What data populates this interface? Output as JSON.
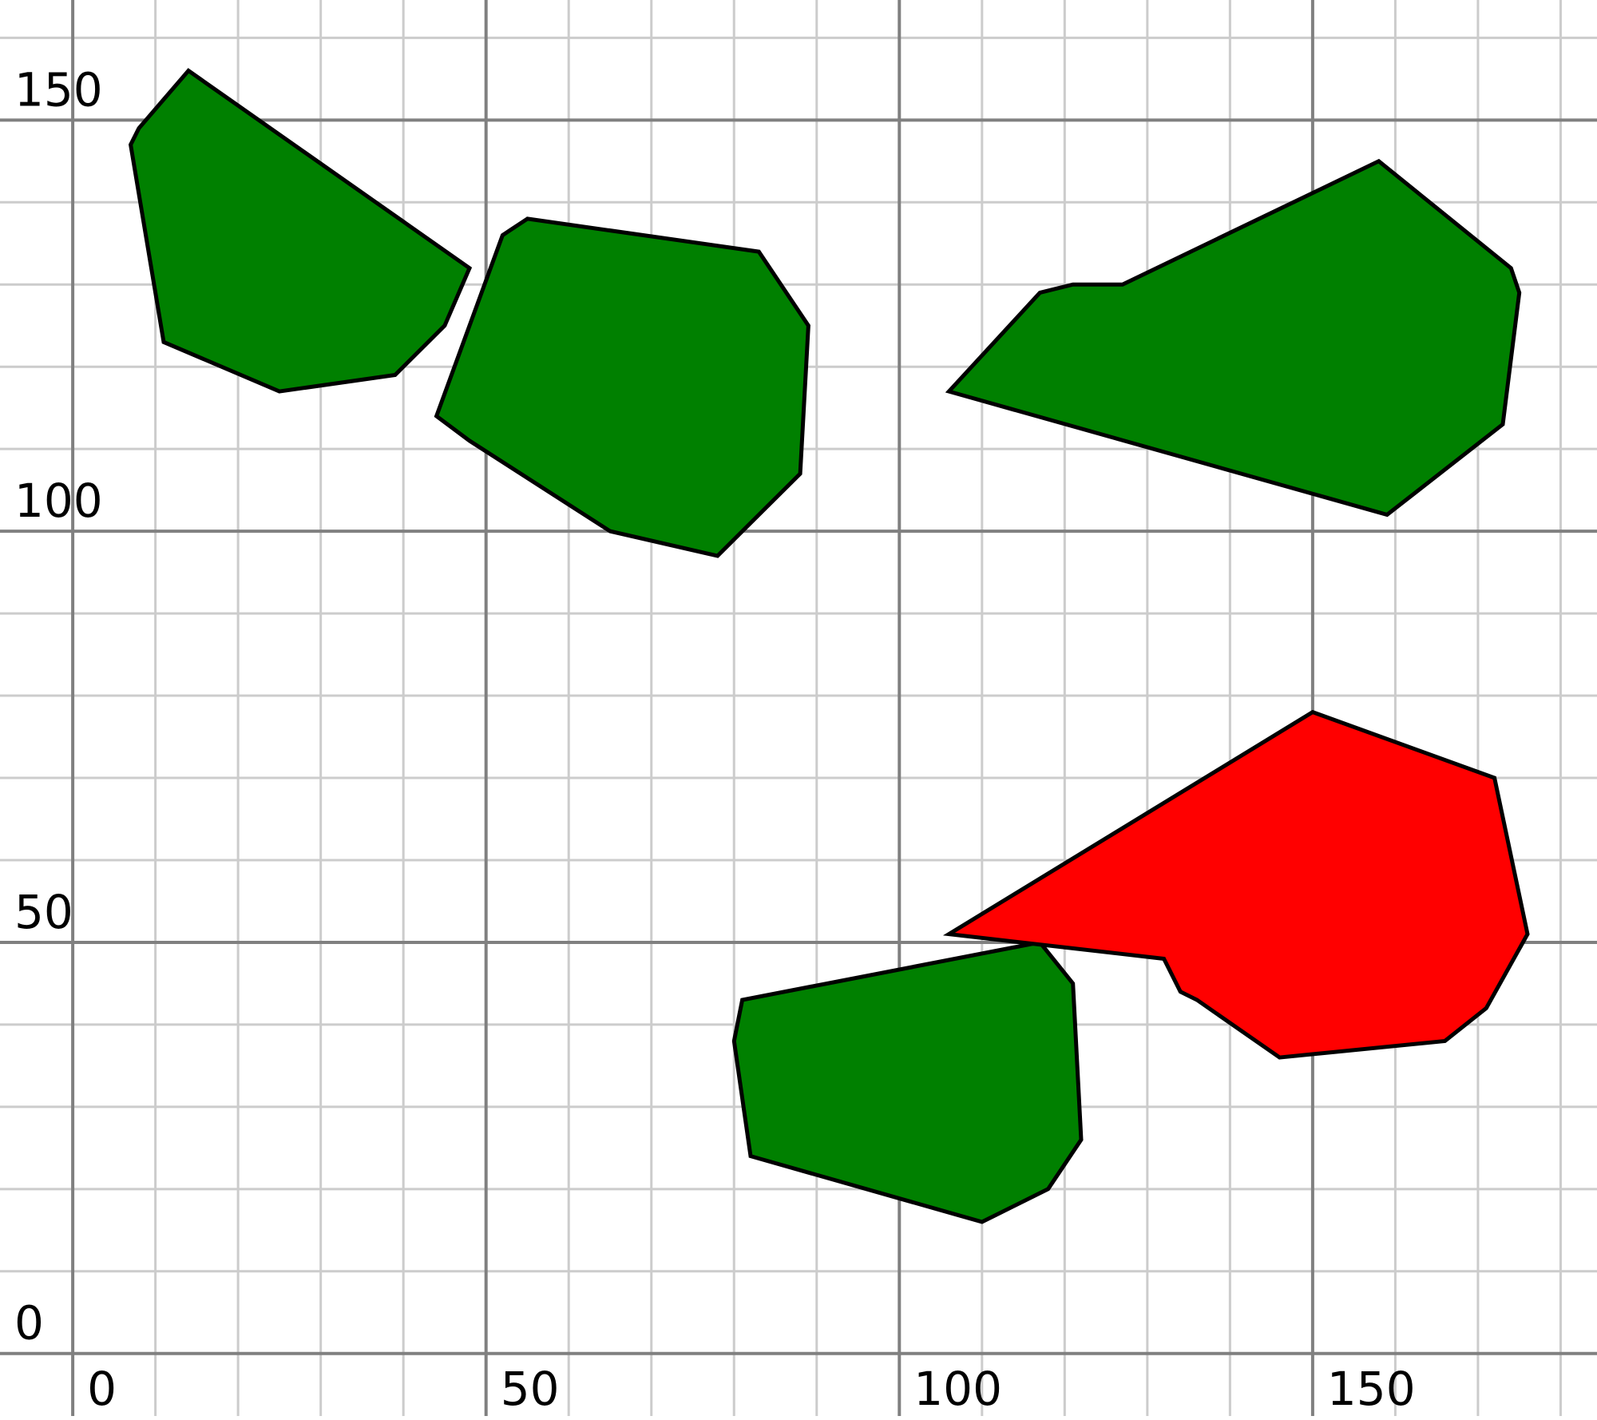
{
  "chart_data": {
    "type": "polygon-plot",
    "xlim": [
      -8.8,
      184.4
    ],
    "ylim": [
      -7.6,
      164.6
    ],
    "x_ticks": [
      "0",
      "50",
      "100",
      "150"
    ],
    "y_ticks": [
      "0",
      "50",
      "100",
      "150"
    ],
    "major_step": 50,
    "minor_step": 10,
    "grid": true,
    "colors": {
      "minor_grid": "#cccccc",
      "major_grid": "#808080",
      "outline": "#000000",
      "green_fill": "#008000",
      "red_fill": "#ff0000"
    },
    "polygons": [
      {
        "id": "polygon-1",
        "fill": "green_fill",
        "points": [
          [
            14,
            156
          ],
          [
            8,
            149
          ],
          [
            7,
            147
          ],
          [
            11,
            123
          ],
          [
            25,
            117
          ],
          [
            39,
            119
          ],
          [
            45,
            125
          ],
          [
            48,
            132
          ]
        ]
      },
      {
        "id": "polygon-2",
        "fill": "green_fill",
        "points": [
          [
            55,
            138
          ],
          [
            52,
            136
          ],
          [
            44,
            114
          ],
          [
            48,
            111
          ],
          [
            65,
            100
          ],
          [
            78,
            97
          ],
          [
            88,
            107
          ],
          [
            89,
            125
          ],
          [
            83,
            134
          ],
          [
            83,
            134
          ]
        ]
      },
      {
        "id": "polygon-3",
        "fill": "green_fill",
        "points": [
          [
            127,
            130
          ],
          [
            121,
            130
          ],
          [
            117,
            129
          ],
          [
            106,
            117
          ],
          [
            159,
            102
          ],
          [
            173,
            113
          ],
          [
            175,
            129
          ],
          [
            174,
            132
          ],
          [
            158,
            145
          ],
          [
            158,
            145
          ]
        ]
      },
      {
        "id": "polygon-4",
        "fill": "green_fill",
        "points": [
          [
            81,
            43
          ],
          [
            80,
            38
          ],
          [
            82,
            24
          ],
          [
            110,
            16
          ],
          [
            118,
            20
          ],
          [
            122,
            26
          ],
          [
            121,
            45
          ],
          [
            117,
            50
          ],
          [
            117,
            50
          ]
        ]
      },
      {
        "id": "polygon-5",
        "fill": "red_fill",
        "points": [
          [
            150,
            78
          ],
          [
            172,
            70
          ],
          [
            176,
            51
          ],
          [
            171,
            42
          ],
          [
            166,
            38
          ],
          [
            146,
            36
          ],
          [
            136,
            43
          ],
          [
            134,
            44
          ],
          [
            132,
            48
          ],
          [
            106,
            51
          ]
        ]
      }
    ]
  }
}
